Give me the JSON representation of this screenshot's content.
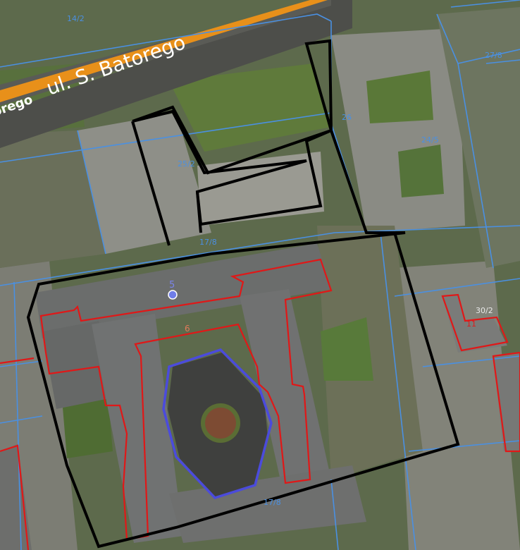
{
  "street": {
    "name": "ul. S. Batorego",
    "name_partial": "orego"
  },
  "parcels": [
    {
      "id": "p-14-2",
      "label": "14/2"
    },
    {
      "id": "p-27-8",
      "label": "27/8"
    },
    {
      "id": "p-24-5",
      "label": "24/5"
    },
    {
      "id": "p-26",
      "label": "26"
    },
    {
      "id": "p-25-2",
      "label": "25/2"
    },
    {
      "id": "p-17-8-north",
      "label": "17/8"
    },
    {
      "id": "p-30-2",
      "label": "30/2"
    },
    {
      "id": "p-17-8-south",
      "label": "17/8"
    }
  ],
  "buildings": [
    {
      "id": "b-5",
      "label": "5"
    },
    {
      "id": "b-6",
      "label": "6"
    },
    {
      "id": "b-11",
      "label": "11"
    }
  ],
  "colors": {
    "parcel_line": "#4a90e2",
    "building_outline": "#e01818",
    "site_boundary": "#000000",
    "courtyard_zone": "#4b4bdc",
    "road_fill": "#e8901a",
    "point_marker": "#6f7de8"
  }
}
